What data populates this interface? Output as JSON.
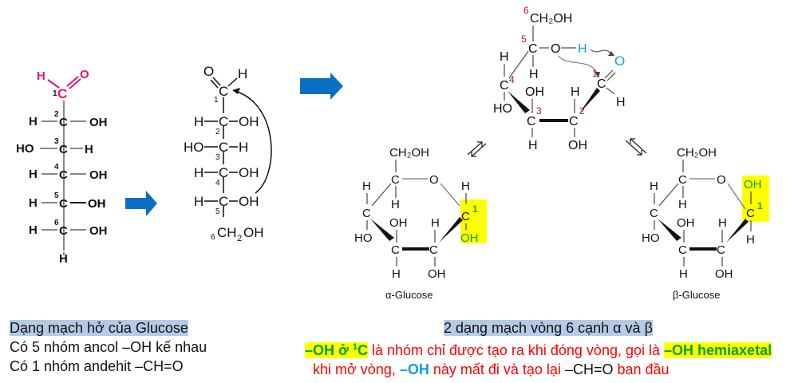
{
  "colors": {
    "magenta": "#e0157e",
    "arrow_blue": "#0a6fc2",
    "ring_number_red": "#c8102e",
    "blue_label": "#1a9be6",
    "green_label": "#16a020",
    "highlight_yellow": "#ffff00",
    "highlight_blue": "#b4cbe6",
    "text_red": "#ff0000"
  },
  "open_chain_fischer": {
    "aldehyde": {
      "h": "H",
      "o": "O",
      "c": "C",
      "num": "1"
    },
    "rows": [
      {
        "num": "2",
        "left": "H",
        "c": "C",
        "right": "OH"
      },
      {
        "num": "3",
        "left": "HO",
        "c": "C",
        "right": "H"
      },
      {
        "num": "4",
        "left": "H",
        "c": "C",
        "right": "OH"
      },
      {
        "num": "5",
        "left": "H",
        "c": "C",
        "right": "OH"
      },
      {
        "num": "6",
        "left": "H",
        "c": "C",
        "right": "OH"
      }
    ],
    "bottom": "H"
  },
  "open_chain_curved": {
    "top": {
      "o": "O",
      "c": "C",
      "h": "H",
      "num": "1"
    },
    "rows": [
      {
        "num": "2",
        "left": "H",
        "c": "C",
        "right": "OH"
      },
      {
        "num": "3",
        "left": "HO",
        "c": "C",
        "right": "H"
      },
      {
        "num": "4",
        "left": "H",
        "c": "C",
        "right": "OH"
      },
      {
        "num": "5",
        "left": "H",
        "c": "C",
        "right": "OH"
      }
    ],
    "bottom": {
      "num": "6",
      "group": "CH",
      "sub": "2",
      "oh": "OH"
    }
  },
  "open_ring_haworth": {
    "c6": "CH₂OH",
    "num6": "6",
    "num5": "5",
    "num4": "4",
    "num3": "3",
    "num2": "2",
    "num1": "1",
    "o_ring": "O",
    "h_blue": "H",
    "o_blue": "O",
    "labels": {
      "h": "H",
      "oh": "OH",
      "ho": "HO",
      "c": "C"
    }
  },
  "alpha_glucose": {
    "ch2oh": "CH₂OH",
    "o": "O",
    "c1_num": "1",
    "c1_oh": "OH",
    "name": "α-Glucose"
  },
  "beta_glucose": {
    "ch2oh": "CH₂OH",
    "o": "O",
    "c1_num": "1",
    "c1_oh": "OH",
    "name": "β-Glucose"
  },
  "captions": {
    "left_title": "Dạng mạch hở của Glucose",
    "left_line1": "Có 5 nhóm ancol –OH kế nhau",
    "left_line2": "Có 1 nhóm andehit –CH=O",
    "right_title": "2 dạng mạch vòng 6 cạnh α và β",
    "right_line1": {
      "oh_c1_prefix": "–OH ở ",
      "oh_c1_sup": "1",
      "oh_c1_c": "C",
      "middle": " là nhóm chỉ được tạo ra khi đóng vòng, gọi là ",
      "hemiacetal": "–OH hemiaxetal"
    },
    "right_line2": {
      "prefix": "khi mở vòng, ",
      "oh": "–OH",
      "middle": " này mất đi và tạo lại ",
      "cho": "–CH=O",
      "suffix": " ban đầu"
    }
  }
}
